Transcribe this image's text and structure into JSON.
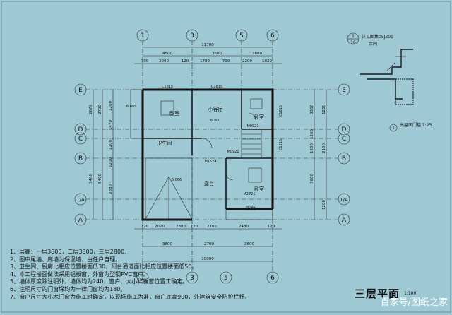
{
  "grid_axes": {
    "top": [
      "1",
      "3",
      "5",
      "6"
    ],
    "left": [
      "E",
      "D",
      "C",
      "B",
      "1/A",
      "A"
    ],
    "right": [
      "E",
      "D",
      "C",
      "B",
      "1/A",
      "A"
    ],
    "bottom": [
      "1",
      "3",
      "5",
      "6"
    ]
  },
  "top_dimensions": {
    "overall": "11700",
    "row2": [
      "4500",
      "3600",
      "3600"
    ],
    "row3": [
      "700",
      "3000",
      "120",
      "1780",
      "700",
      "2200",
      "1020"
    ]
  },
  "bottom_dimensions": {
    "row1": [
      "120",
      "2020",
      "2880",
      "120",
      "2700",
      "2480",
      "120"
    ],
    "row2": [
      "3800",
      "2700",
      "3600"
    ],
    "overall": "10000"
  },
  "left_dimensions": {
    "rows": [
      "2670",
      "2700",
      "5400",
      "1200",
      "1470",
      "1200",
      "1200",
      "2880",
      "5400"
    ]
  },
  "right_dimensions": {
    "rows": [
      "3300",
      "1200",
      "1200",
      "3600",
      "1200",
      "2100",
      "1200"
    ]
  },
  "rooms": {
    "bedroom_nw": "卧室",
    "small_living": "小客厅",
    "bedroom_ne": "卧室",
    "bathroom": "卫生间",
    "bedroom_se": "卧室",
    "terrace": "露台",
    "balcony": "阳台"
  },
  "codes": {
    "c1815_a": "C1815",
    "c1815_b": "C1815",
    "c1815_c": "C1815",
    "c1215": "C1215",
    "m0921": "M0921",
    "m0921b": "M0921",
    "m1524": "M1524",
    "m2721": "M2721",
    "elev_a": "6.095",
    "elev_b": "6.900",
    "elev_c": "6.066"
  },
  "detail": {
    "ref_top": "详见图集05J201",
    "ref_sub": "余同",
    "circle_top": "1",
    "circle_bottom": "16",
    "caption": "出屋面门槛 1:25",
    "caption_num": "1"
  },
  "notes": [
    "1、层高：一层3600，二层3300，三层2800.",
    "2、图中尾墙、廊墙为保温墙，由任户自理。",
    "3、卫生间、厨房比相应位置楼面低30，阳台通道面比相应位置楼面低50。",
    "4、本工程楼面做法采用铝板窗，外窗为型钢PVC窗户。",
    "5、墙体厚度除注明外，墙体均为240，窗户、大小样板窗位置工确定。",
    "6、注明尺寸的门窗垛均为一律门窗均为180。",
    "7、窗户尺寸大小木门窗为施工时确定，以现场施工为准，窗户底高900，外建筑安全防护栏杆。"
  ],
  "title": "三层平面",
  "scale": "1:100",
  "watermark": "百家号/图纸之家"
}
